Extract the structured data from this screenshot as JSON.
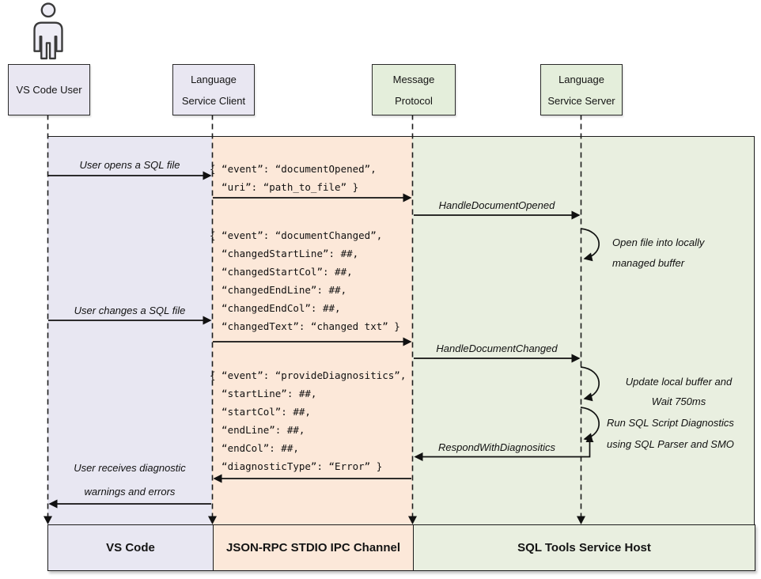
{
  "participants": [
    {
      "label": "VS Code User"
    },
    {
      "label": "Language\nService Client"
    },
    {
      "label": "Message\nProtocol"
    },
    {
      "label": "Language\nService Server"
    }
  ],
  "lanes": [
    {
      "label": "VS Code"
    },
    {
      "label": "JSON-RPC STDIO IPC Channel"
    },
    {
      "label": "SQL Tools Service Host"
    }
  ],
  "messages": {
    "user_opens": "User opens a SQL file",
    "doc_opened_payload": "{ “event”: “documentOpened”,\n  “uri”: “path_to_file” }",
    "handle_doc_opened": "HandleDocumentOpened",
    "open_buffer_note": "Open file into locally\nmanaged buffer",
    "doc_changed_payload": "{ “event”: “documentChanged”,\n  “changedStartLine”: ##,\n  “changedStartCol”: ##,\n  “changedEndLine”: ##,\n  “changedEndCol”: ##,\n  “changedText”: “changed txt” }",
    "user_changes": "User changes a SQL file",
    "handle_doc_changed": "HandleDocumentChanged",
    "update_buffer_note": "Update local buffer and\nWait 750ms",
    "run_diagnostics_note": "Run SQL Script Diagnostics\nusing SQL Parser and SMO",
    "respond_with_diagnostics": "RespondWithDiagnositics",
    "provide_diagnostics_payload": "{ “event”: “provideDiagnositics”,\n  “startLine”: ##,\n  “startCol”: ##,\n  “endLine”: ##,\n  “endCol”: ##,\n  “diagnosticType”: “Error” }",
    "user_receives": "User receives diagnostic\nwarnings and errors"
  },
  "colors": {
    "vscode_lane": "#e8e7f2",
    "ipc_lane": "#fce8d9",
    "host_lane": "#e9efe0",
    "client_box": "#e9e7f2",
    "server_box": "#e4eedb",
    "line": "#1c1c1c"
  }
}
